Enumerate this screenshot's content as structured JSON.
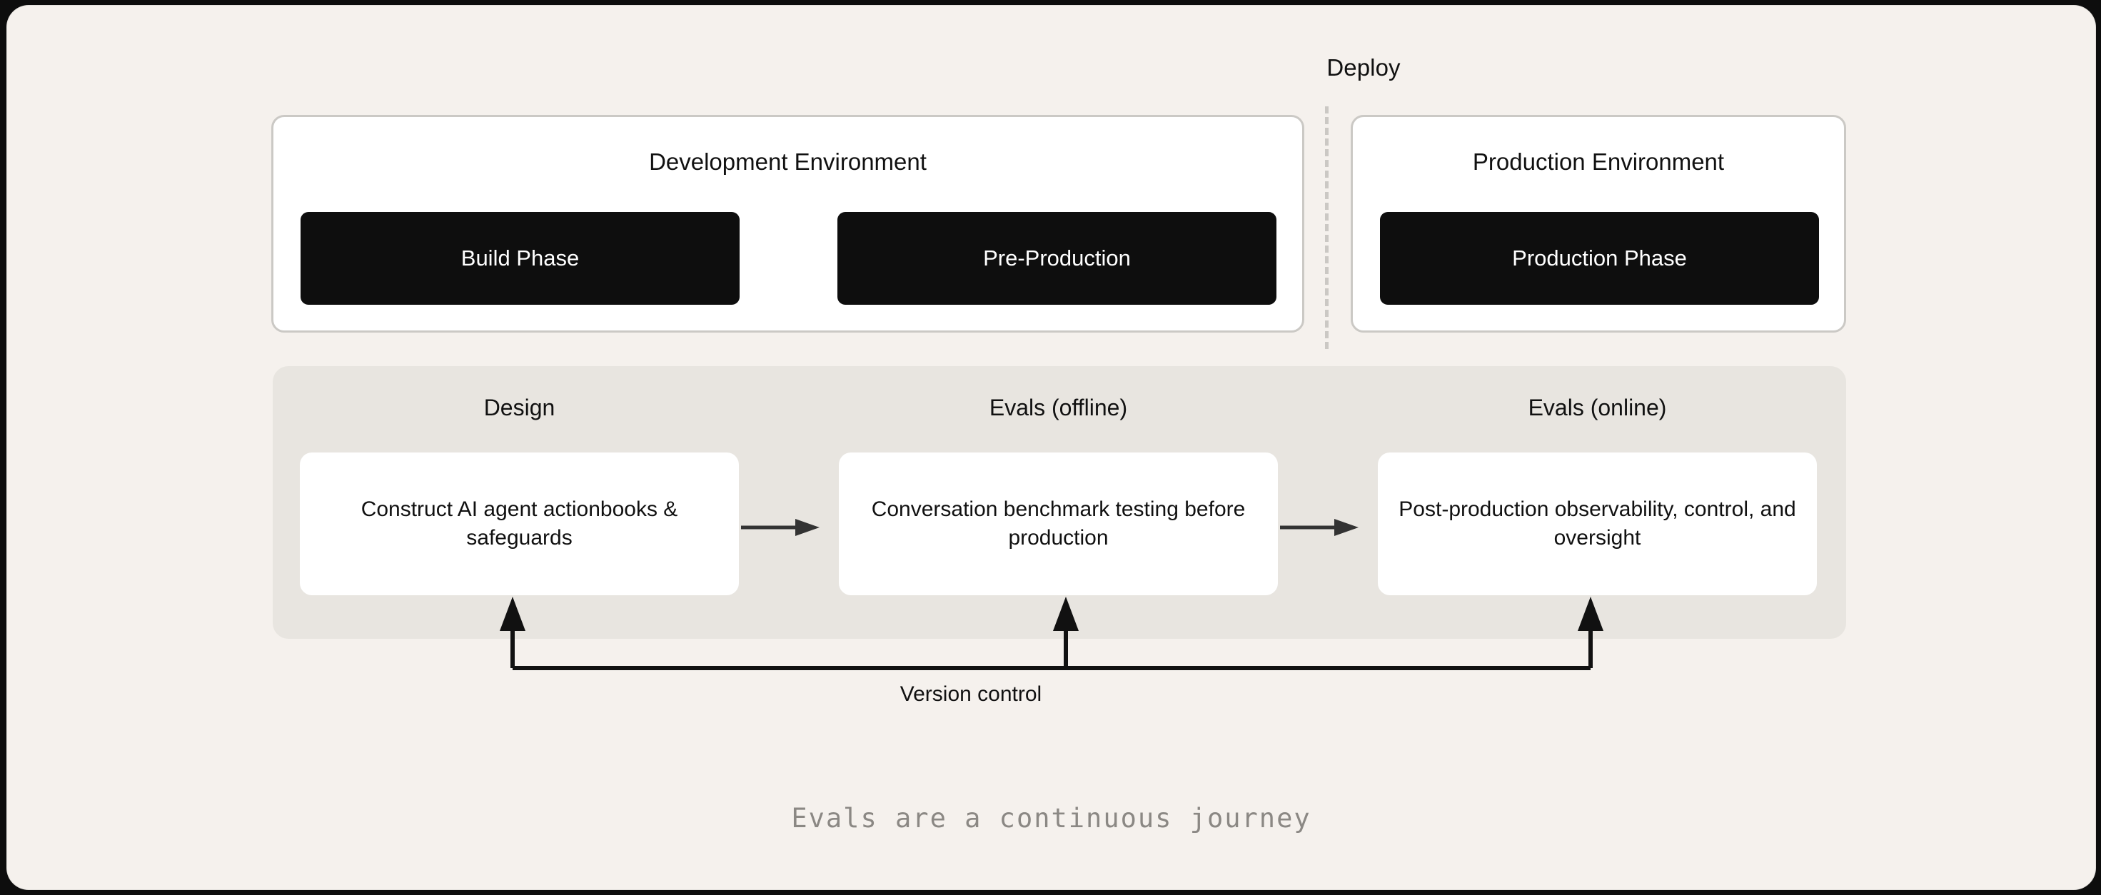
{
  "deploy": {
    "label": "Deploy"
  },
  "environments": [
    {
      "title": "Development Environment",
      "phases": [
        "Build Phase",
        "Pre-Production"
      ]
    },
    {
      "title": "Production Environment",
      "phases": [
        "Production Phase"
      ]
    }
  ],
  "lifecycle": {
    "stages": [
      {
        "title": "Design",
        "card": "Construct AI agent actionbooks & safeguards"
      },
      {
        "title": "Evals (offline)",
        "card": "Conversation benchmark testing before production"
      },
      {
        "title": "Evals (online)",
        "card": "Post-production observability, control, and oversight"
      }
    ]
  },
  "version_control": {
    "label": "Version control"
  },
  "caption": {
    "text": "Evals are a continuous journey"
  },
  "colors": {
    "canvas_background": "#f5f1ed",
    "band_background": "#e8e5e0",
    "panel_background": "#ffffff",
    "panel_border": "#cbc9c5",
    "phase_button": "#0e0e0e",
    "phase_button_text": "#ffffff",
    "text": "#111111",
    "caption_text": "#8b8884",
    "arrow": "#333333",
    "divider": "#cbc8c4"
  }
}
